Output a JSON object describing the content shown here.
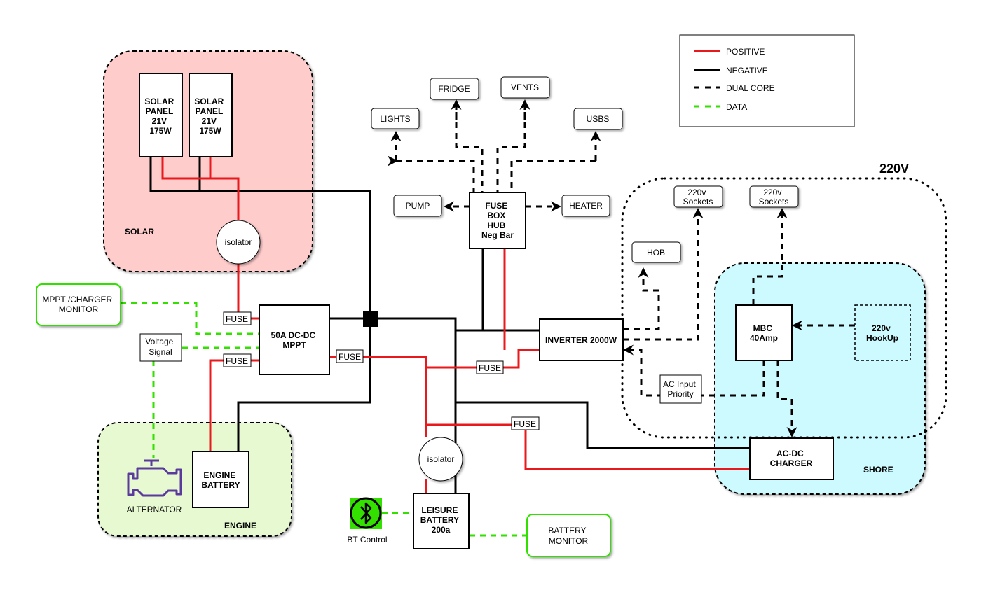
{
  "legend": {
    "positive": "POSITIVE",
    "negative": "NEGATIVE",
    "dual_core": "DUAL  CORE",
    "data": "DATA"
  },
  "colors": {
    "positive": "#e8191c",
    "negative": "#000000",
    "data": "#33e000",
    "solar_zone": "#ffcccc",
    "engine_zone": "#e6f9d0",
    "shore_zone": "#ccfaff"
  },
  "zones": {
    "solar": "SOLAR",
    "engine": "ENGINE",
    "shore": "SHORE",
    "v220": "220V"
  },
  "nodes": {
    "solar_panel_1": [
      "SOLAR",
      "PANEL",
      "21V",
      "175W"
    ],
    "solar_panel_2": [
      "SOLAR",
      "PANEL",
      "21V",
      "175W"
    ],
    "isolator_solar": "isolator",
    "isolator_leisure": "isolator",
    "fuse_mppt_in": "FUSE",
    "fuse_mppt_engine": "FUSE",
    "fuse_mppt_out": "FUSE",
    "fuse_inverter": "FUSE",
    "fuse_charger": "FUSE",
    "mppt": [
      "50A DC-DC",
      "MPPT"
    ],
    "mppt_monitor": [
      "MPPT /CHARGER",
      "MONITOR"
    ],
    "voltage_signal": [
      "Voltage",
      "Signal"
    ],
    "alternator": "ALTERNATOR",
    "engine_battery": [
      "ENGINE",
      "BATTERY"
    ],
    "leisure_battery": [
      "LEISURE",
      "BATTERY",
      "200a"
    ],
    "bt_control": "BT Control",
    "battery_monitor": [
      "BATTERY",
      "MONITOR"
    ],
    "fuse_box": [
      "FUSE",
      "BOX",
      "HUB",
      "Neg Bar"
    ],
    "lights": "LIGHTS",
    "fridge": "FRIDGE",
    "vents": "VENTS",
    "usbs": "USBS",
    "pump": "PUMP",
    "heater": "HEATER",
    "inverter": "INVERTER 2000W",
    "hob": "HOB",
    "sockets_1": [
      "220v",
      "Sockets"
    ],
    "sockets_2": [
      "220v",
      "Sockets"
    ],
    "mbc": [
      "MBC",
      "40Amp"
    ],
    "hookup": [
      "220v",
      "HookUp"
    ],
    "ac_input": [
      "AC Input",
      "Priority"
    ],
    "ac_dc_charger": [
      "AC-DC",
      "CHARGER"
    ]
  }
}
